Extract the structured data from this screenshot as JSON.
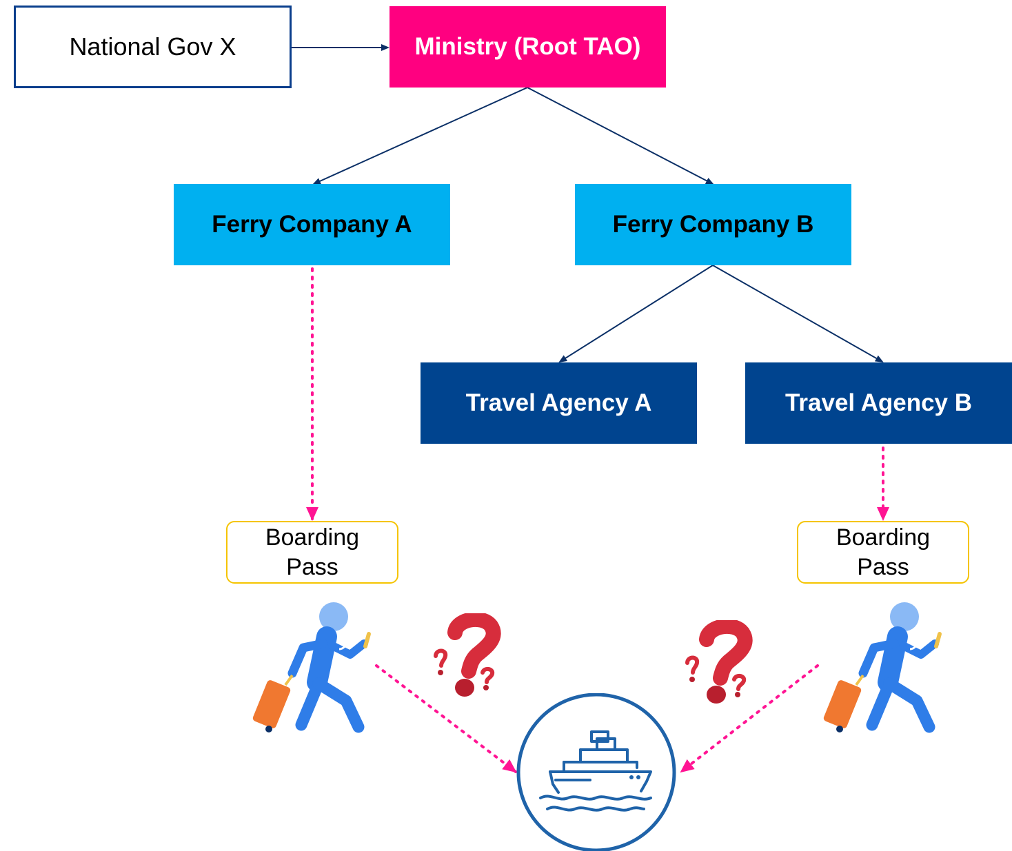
{
  "nodes": {
    "national_gov": {
      "label": "National Gov X"
    },
    "ministry": {
      "label": "Ministry (Root TAO)"
    },
    "ferry_a": {
      "label": "Ferry Company A"
    },
    "ferry_b": {
      "label": "Ferry Company B"
    },
    "agency_a": {
      "label": "Travel Agency A"
    },
    "agency_b": {
      "label": "Travel Agency B"
    }
  },
  "passes": {
    "left": {
      "label": "Boarding Pass"
    },
    "right": {
      "label": "Boarding Pass"
    }
  },
  "colors": {
    "ministry": "#ff0080",
    "ferry": "#00b0f0",
    "agency": "#00448f",
    "solid_arrow": "#0a2f66",
    "dotted_arrow": "#ff1493",
    "pass_border": "#f5c400",
    "question_mark": "#d72d3c",
    "ship": "#1f63a9",
    "traveler_body": "#2f7de8",
    "traveler_head": "#8ab9f5",
    "luggage": "#f07830"
  },
  "icons": [
    "traveler-icon",
    "question-marks-icon",
    "ship-icon"
  ]
}
